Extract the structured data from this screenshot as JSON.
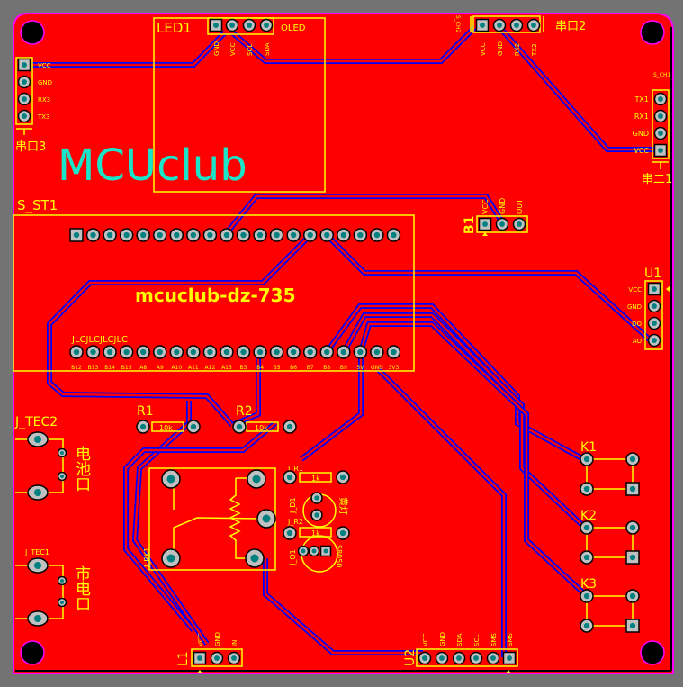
{
  "board": {
    "name": "mcuclub-dz-735",
    "logo": "MCUclub",
    "fab_text": "JLCJLCJLCJLC",
    "colors": {
      "copper": "#ff0000",
      "silk": "#ffff00",
      "trace": "#0000ff",
      "outline": "#ff00ff",
      "pad": "#c0c0c0",
      "drill": "#008080",
      "background": "#737373",
      "logo": "#19e6c8"
    }
  },
  "components": {
    "led1": {
      "ref": "LED1",
      "name": "OLED",
      "pins": [
        "GND",
        "VCC",
        "SCL",
        "SDA"
      ]
    },
    "uart3": {
      "ref": "串口3",
      "pins": [
        "VCC",
        "GND",
        "RX3",
        "TX3"
      ]
    },
    "uart2": {
      "ref": "串口2",
      "side": "S_CH2",
      "pins": [
        "VCC",
        "GND",
        "RX2",
        "TX2"
      ]
    },
    "uart1": {
      "ref": "串二1",
      "side": "S_CH1",
      "pins": [
        "TX1",
        "RX1",
        "GND",
        "VCC"
      ]
    },
    "s_st1": {
      "ref": "S_ST1",
      "bottom_pins": [
        "B12",
        "B13",
        "B14",
        "B15",
        "A8",
        "A9",
        "A10",
        "A11",
        "A12",
        "A15",
        "B3",
        "B4",
        "B5",
        "B6",
        "B7",
        "B8",
        "B9",
        "5V",
        "GND",
        "3V3"
      ]
    },
    "b1": {
      "ref": "B1",
      "pins": [
        "VCC",
        "GND",
        "OUT"
      ]
    },
    "u1": {
      "ref": "U1",
      "pins": [
        "VCC",
        "GND",
        "DO",
        "AO"
      ]
    },
    "r1": {
      "ref": "R1",
      "value": "10k"
    },
    "r2": {
      "ref": "R2",
      "value": "10k"
    },
    "j_tec2": {
      "ref": "J_TEC2",
      "label": "电池口"
    },
    "j_tec1": {
      "ref": "J_TEC1",
      "label": "市电口"
    },
    "j_rk1": {
      "ref": "J_RK1"
    },
    "j_r1": {
      "ref": "J_R1",
      "value": "1k"
    },
    "j_r2": {
      "ref": "J_R2",
      "value": "1k"
    },
    "j_d1": {
      "ref": "J_D1",
      "label": "黄灯"
    },
    "j_q1": {
      "ref": "J_Q1",
      "label": "S8050"
    },
    "k1": {
      "ref": "K1"
    },
    "k2": {
      "ref": "K2"
    },
    "k3": {
      "ref": "K3"
    },
    "l1": {
      "ref": "L1",
      "pins": [
        "VCC",
        "GND",
        "IN"
      ]
    },
    "u2": {
      "ref": "U2",
      "pins": [
        "VCC",
        "GND",
        "SDA",
        "SCL",
        "SMS",
        "SMS"
      ]
    }
  }
}
